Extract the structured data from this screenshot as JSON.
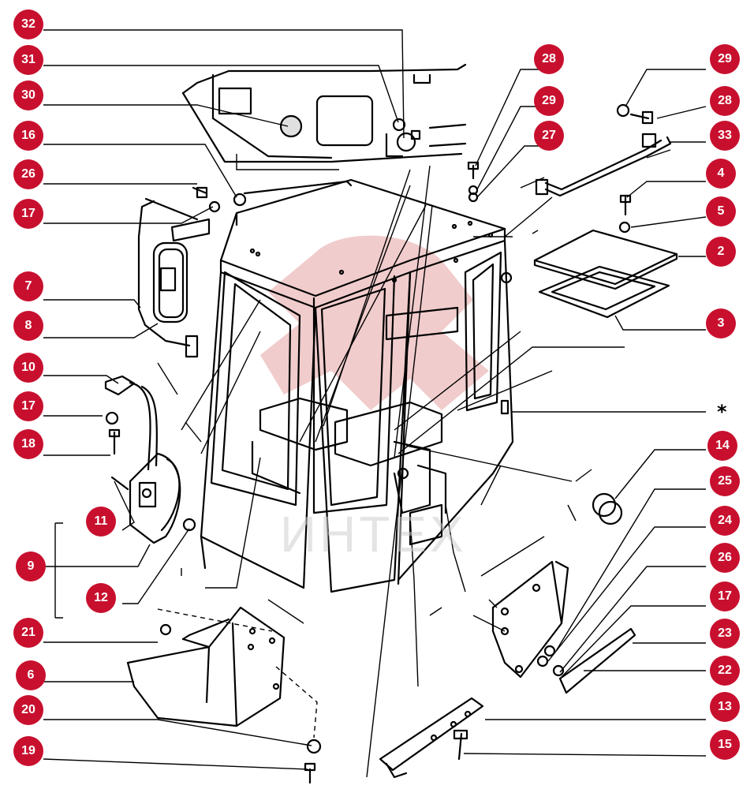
{
  "diagram": {
    "watermark": "ИНТЕХ",
    "marker_star": "*",
    "callouts": [
      "32",
      "31",
      "30",
      "16",
      "26",
      "17",
      "7",
      "8",
      "10",
      "17",
      "18",
      "11",
      "9",
      "12",
      "21",
      "6",
      "20",
      "19",
      "28",
      "29",
      "27",
      "29",
      "28",
      "33",
      "4",
      "5",
      "2",
      "3",
      "14",
      "25",
      "24",
      "26",
      "17",
      "23",
      "22",
      "13",
      "15"
    ]
  }
}
